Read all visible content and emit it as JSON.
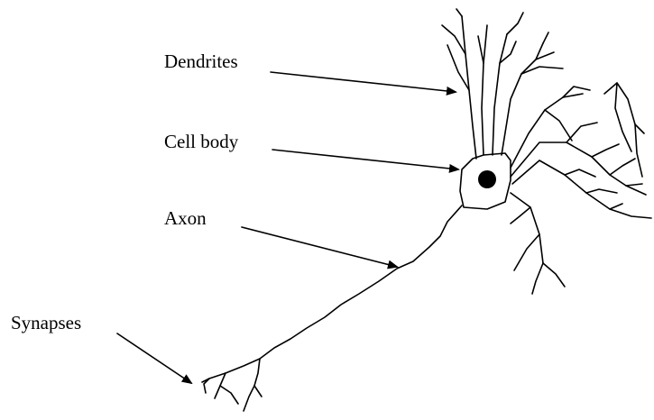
{
  "labels": {
    "dendrites": "Dendrites",
    "cell_body": "Cell body",
    "axon": "Axon",
    "synapses": "Synapses"
  },
  "colors": {
    "ink": "#000000",
    "background": "#ffffff"
  }
}
